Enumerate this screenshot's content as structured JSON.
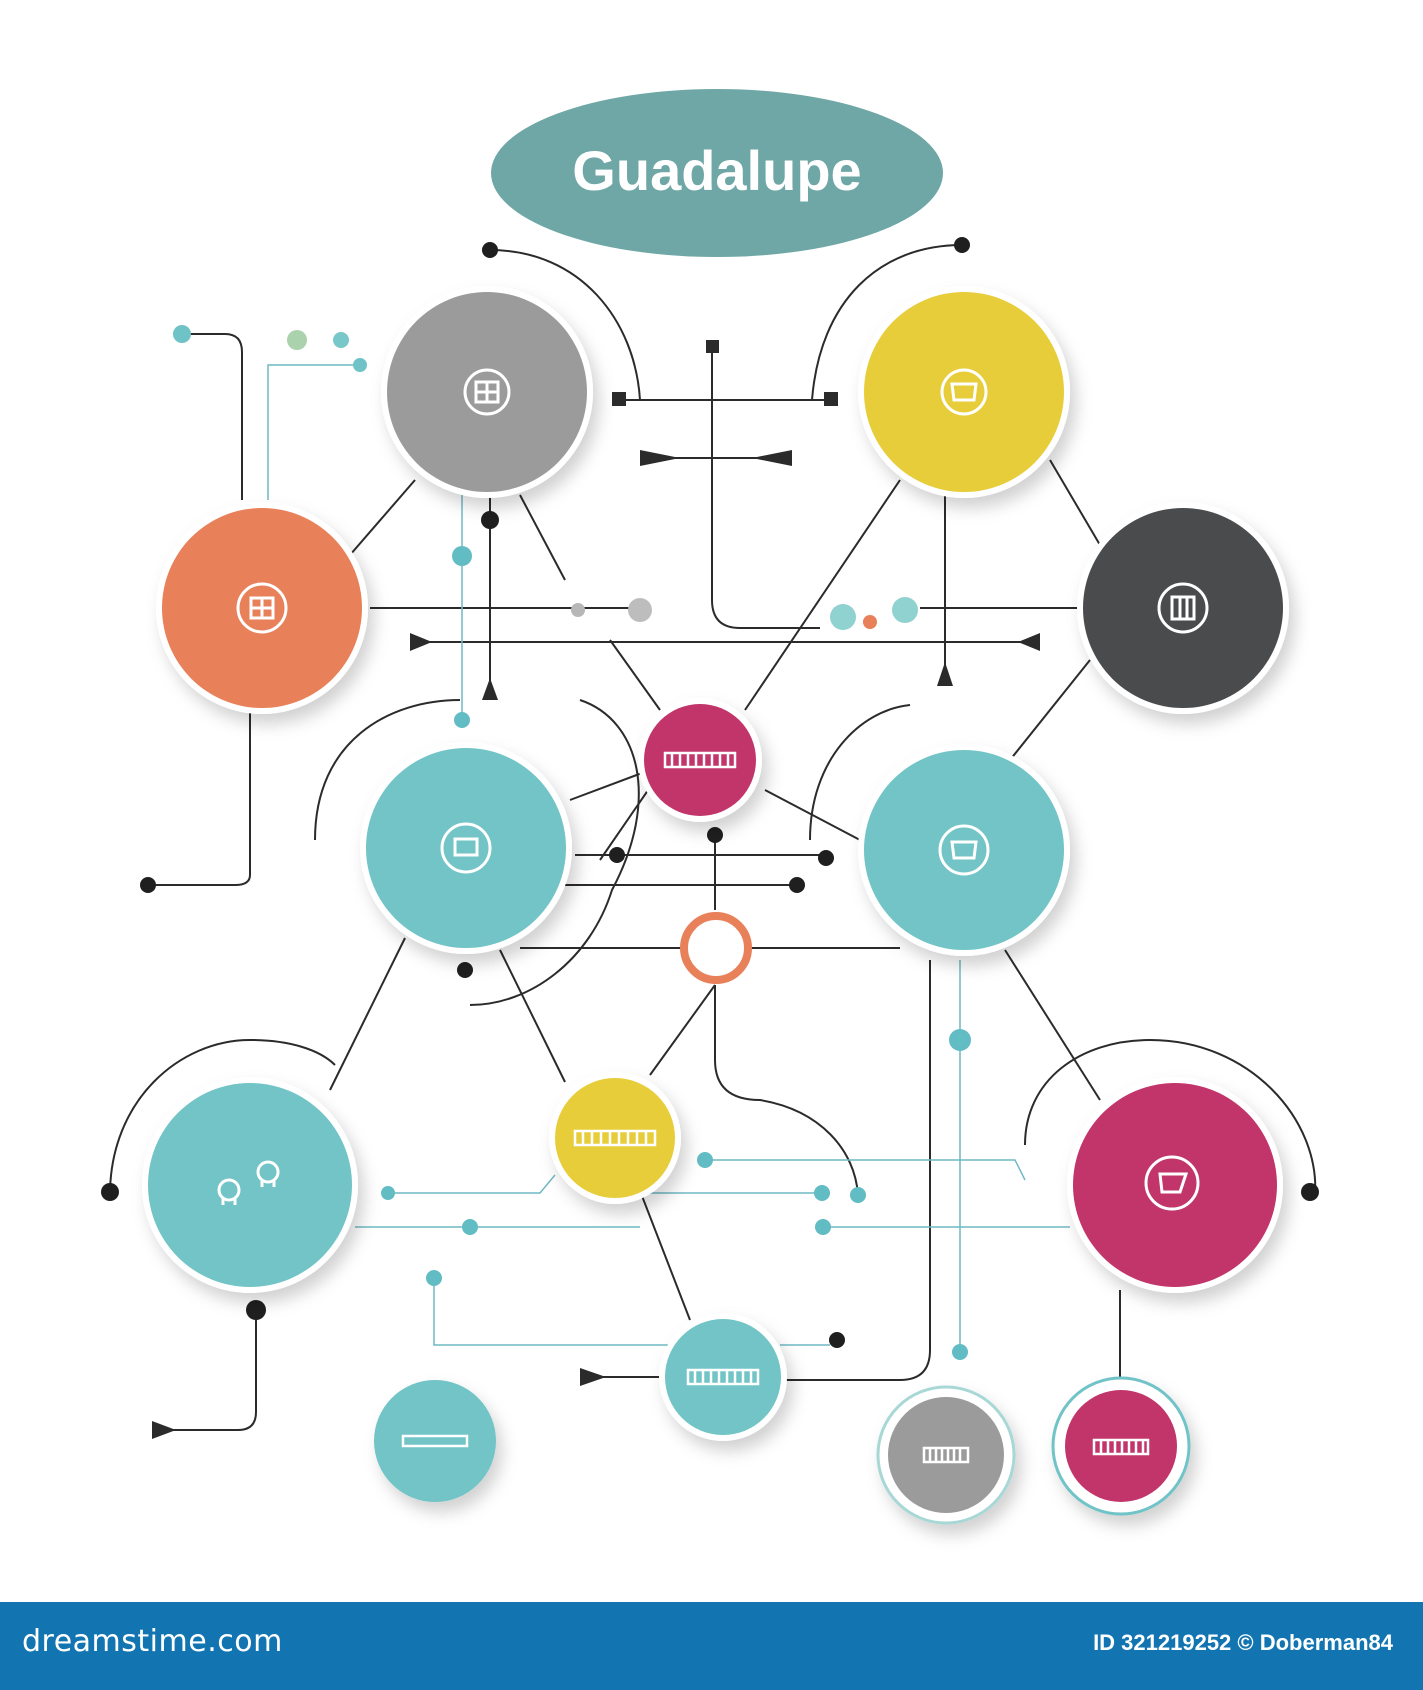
{
  "title": "Guadalupe",
  "colors": {
    "title_bg": "#6ea7a6",
    "gray": "#9b9b9b",
    "yellow": "#e8cd3a",
    "orange": "#e8805a",
    "dark": "#4a4b4d",
    "magenta": "#c2346a",
    "teal": "#72c4c6",
    "line": "#2b2b2b",
    "thin_line": "#6fb9c4",
    "footer_bg": "#1275b2"
  },
  "nodes": [
    {
      "id": "gray-top",
      "color": "gray",
      "icon": "grid-icon"
    },
    {
      "id": "yellow-top",
      "color": "yellow",
      "icon": "box-icon"
    },
    {
      "id": "orange-left",
      "color": "orange",
      "icon": "grid-icon"
    },
    {
      "id": "dark-right",
      "color": "dark",
      "icon": "grid-icon"
    },
    {
      "id": "magenta-center",
      "color": "magenta",
      "icon": "bar-icon"
    },
    {
      "id": "teal-mid-left",
      "color": "teal",
      "icon": "box-icon"
    },
    {
      "id": "teal-mid-right",
      "color": "teal",
      "icon": "box-icon"
    },
    {
      "id": "orange-ring",
      "color": "orange",
      "icon": "ring"
    },
    {
      "id": "teal-lower-left",
      "color": "teal",
      "icon": "pins-icon"
    },
    {
      "id": "yellow-lower",
      "color": "yellow",
      "icon": "bar-icon"
    },
    {
      "id": "magenta-lower-right",
      "color": "magenta",
      "icon": "box-icon"
    },
    {
      "id": "teal-bottom-center",
      "color": "teal",
      "icon": "bar-icon"
    },
    {
      "id": "teal-bottom-left",
      "color": "teal",
      "icon": "bar-icon"
    },
    {
      "id": "gray-bottom",
      "color": "gray",
      "icon": "bar-icon"
    },
    {
      "id": "magenta-bottom",
      "color": "magenta",
      "icon": "bar-icon"
    }
  ],
  "footer": {
    "brand": "dreamstime.com",
    "credit": "ID 321219252 © Doberman84"
  }
}
